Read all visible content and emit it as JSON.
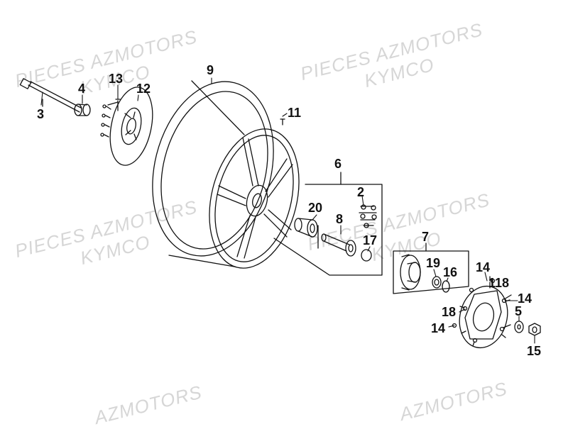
{
  "watermarks": {
    "line1": "PIECES AZMOTORS",
    "line2": "KYMCO",
    "line3": "AZMOTORS"
  },
  "callouts": {
    "c3": "3",
    "c4": "4",
    "c13": "13",
    "c12": "12",
    "c9": "9",
    "c11": "11",
    "c6": "6",
    "c2": "2",
    "c20": "20",
    "c8": "8",
    "c17": "17",
    "c7": "7",
    "c19": "19",
    "c16": "16",
    "c14a": "14",
    "c11b": "11",
    "c18a": "8",
    "c14b": "14",
    "c18b": "18",
    "c14c": "14",
    "c5": "5",
    "c15": "15"
  },
  "colors": {
    "line": "#111111",
    "watermark": "#d6d6d6"
  }
}
